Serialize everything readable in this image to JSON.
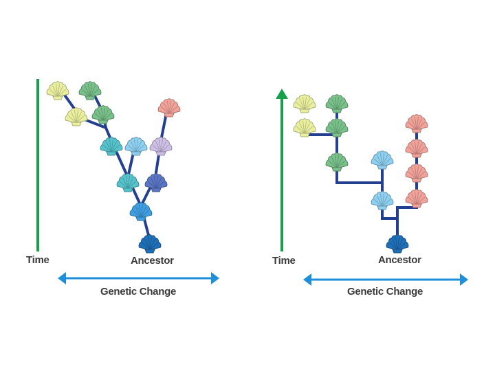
{
  "colors": {
    "time_axis": "#16a04a",
    "genetic_axis": "#1e8fd8",
    "branch": "#243f8f",
    "shell_outline": "#8a8a8a"
  },
  "left_diagram": {
    "time_label": "Time",
    "ancestor_label": "Ancestor",
    "genetic_change_label": "Genetic Change"
  },
  "right_diagram": {
    "time_label": "Time",
    "ancestor_label": "Ancestor",
    "genetic_change_label": "Genetic Change"
  },
  "shell_palette": {
    "yellow": "#e9ef9e",
    "green": "#79c08a",
    "teal": "#56c3cc",
    "lightblue": "#8fd0f0",
    "lavender": "#cdbfe6",
    "pink": "#f1a39a",
    "medblue": "#3f9ee0",
    "navy": "#5a76c4",
    "darkblue": "#1f6fb8"
  }
}
